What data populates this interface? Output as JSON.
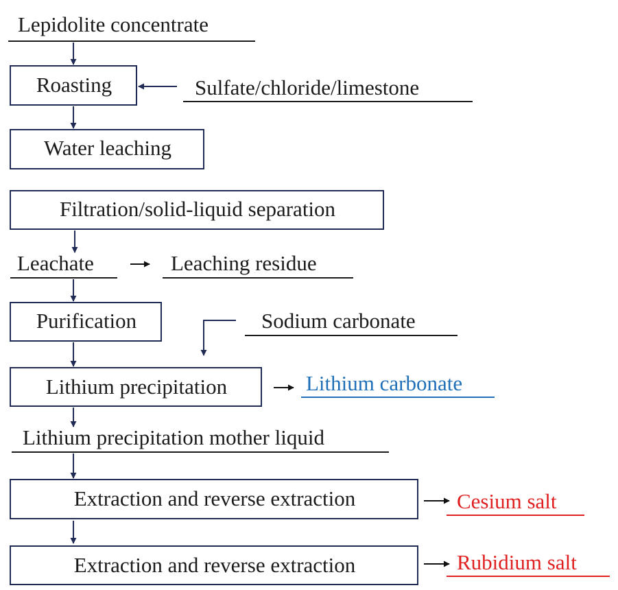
{
  "diagram": {
    "colors": {
      "text": "#1a1a1a",
      "line": "#1f2a55",
      "arrow": "#1f2a55",
      "lithium_product": "#1f6fb8",
      "cesium_rubidium_product": "#e02020"
    },
    "nodes": {
      "lepidolite": "Lepidolite concentrate",
      "roasting": "Roasting",
      "additives": "Sulfate/chloride/limestone",
      "water_leaching": "Water leaching",
      "filtration": "Filtration/solid-liquid separation",
      "leachate": "Leachate",
      "leaching_residue": "Leaching residue",
      "purification": "Purification",
      "sodium_carbonate": "Sodium carbonate",
      "lithium_precipitation": "Lithium precipitation",
      "lithium_carbonate": "Lithium carbonate",
      "mother_liquid": "Lithium precipitation mother liquid",
      "extraction_1": "Extraction and reverse extraction",
      "cesium_salt": "Cesium salt",
      "extraction_2": "Extraction and reverse extraction",
      "rubidium_salt": "Rubidium salt"
    }
  }
}
